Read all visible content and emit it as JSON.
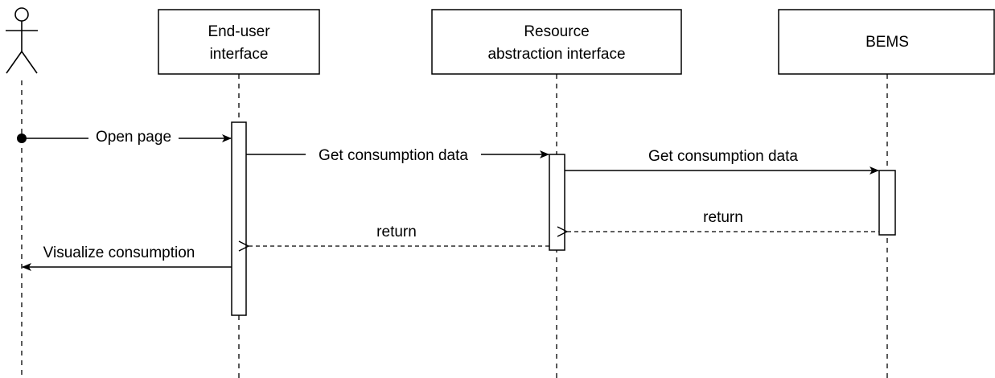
{
  "participants": {
    "actor": {
      "icon": "stick-figure-actor-icon"
    },
    "end_user_interface": {
      "line1": "End-user",
      "line2": "interface"
    },
    "resource_abstraction_interface": {
      "line1": "Resource",
      "line2": "abstraction interface"
    },
    "bems": {
      "line1": "BEMS"
    }
  },
  "messages": {
    "open_page": "Open page",
    "get_consumption_1": "Get consumption data",
    "get_consumption_2": "Get consumption data",
    "return_bems": "return",
    "return_rai": "return",
    "visualize": "Visualize consumption"
  },
  "colors": {
    "stroke": "#000000",
    "background": "#ffffff"
  }
}
